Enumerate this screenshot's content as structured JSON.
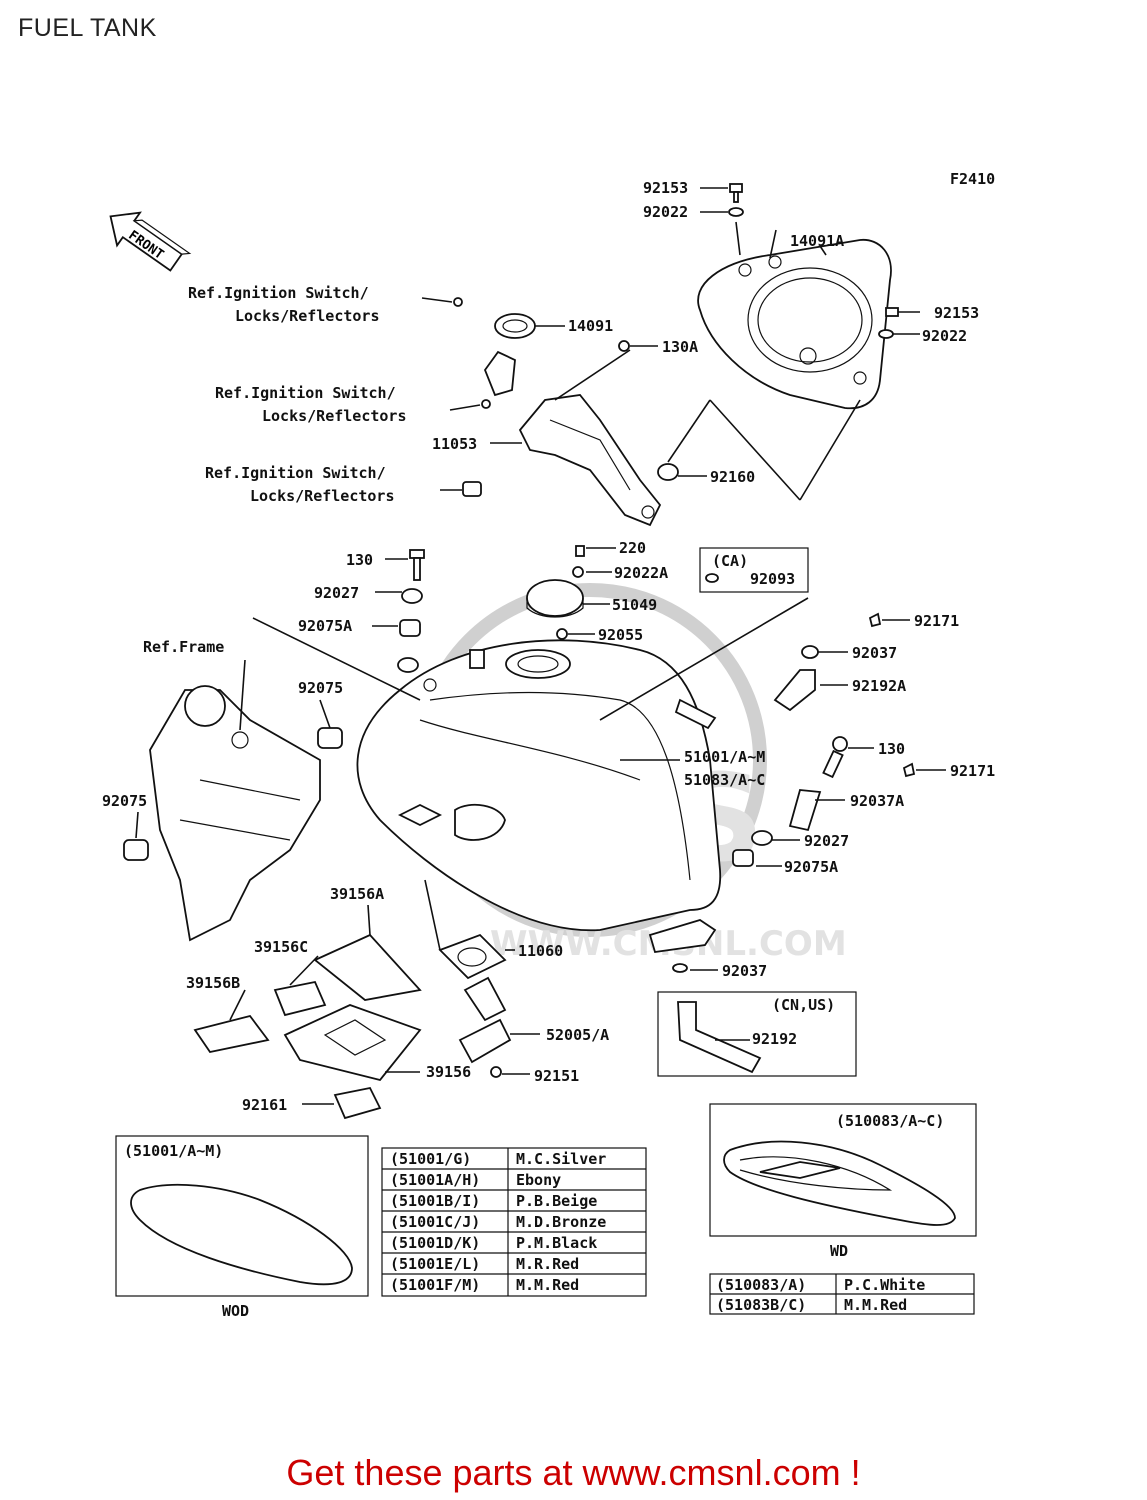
{
  "title": "FUEL TANK",
  "figure_code": "F2410",
  "front_label": "FRONT",
  "callouts": [
    {
      "id": "c1",
      "text": "92153"
    },
    {
      "id": "c2",
      "text": "92022"
    },
    {
      "id": "c3",
      "text": "14091A"
    },
    {
      "id": "c4",
      "text": "92153"
    },
    {
      "id": "c5",
      "text": "92022"
    },
    {
      "id": "c6",
      "text": "Ref.Ignition Switch/"
    },
    {
      "id": "c7",
      "text": "Locks/Reflectors"
    },
    {
      "id": "c8",
      "text": "14091"
    },
    {
      "id": "c9",
      "text": "130A"
    },
    {
      "id": "c10",
      "text": "Ref.Ignition Switch/"
    },
    {
      "id": "c11",
      "text": "Locks/Reflectors"
    },
    {
      "id": "c12",
      "text": "11053"
    },
    {
      "id": "c13",
      "text": "92160"
    },
    {
      "id": "c14",
      "text": "Ref.Ignition Switch/"
    },
    {
      "id": "c15",
      "text": "Locks/Reflectors"
    },
    {
      "id": "c16",
      "text": "220"
    },
    {
      "id": "c17",
      "text": "130"
    },
    {
      "id": "c18",
      "text": "92022A"
    },
    {
      "id": "c19",
      "text": "(CA)"
    },
    {
      "id": "c20",
      "text": "92093"
    },
    {
      "id": "c21",
      "text": "92027"
    },
    {
      "id": "c22",
      "text": "51049"
    },
    {
      "id": "c23",
      "text": "92171"
    },
    {
      "id": "c24",
      "text": "92075A"
    },
    {
      "id": "c25",
      "text": "92055"
    },
    {
      "id": "c26",
      "text": "Ref.Frame"
    },
    {
      "id": "c27",
      "text": "92037"
    },
    {
      "id": "c28",
      "text": "92075"
    },
    {
      "id": "c29",
      "text": "92192A"
    },
    {
      "id": "c30",
      "text": "51001/A~M"
    },
    {
      "id": "c31",
      "text": "130"
    },
    {
      "id": "c32",
      "text": "51083/A~C"
    },
    {
      "id": "c33",
      "text": "92171"
    },
    {
      "id": "c34",
      "text": "92075"
    },
    {
      "id": "c35",
      "text": "92037A"
    },
    {
      "id": "c36",
      "text": "92027"
    },
    {
      "id": "c37",
      "text": "92075A"
    },
    {
      "id": "c38",
      "text": "39156A"
    },
    {
      "id": "c39",
      "text": "39156C"
    },
    {
      "id": "c40",
      "text": "11060"
    },
    {
      "id": "c41",
      "text": "92037"
    },
    {
      "id": "c42",
      "text": "39156B"
    },
    {
      "id": "c43",
      "text": "(CN,US)"
    },
    {
      "id": "c44",
      "text": "52005/A"
    },
    {
      "id": "c45",
      "text": "92192"
    },
    {
      "id": "c46",
      "text": "39156"
    },
    {
      "id": "c47",
      "text": "92151"
    },
    {
      "id": "c48",
      "text": "92161"
    }
  ],
  "inset_left": {
    "heading": "(51001/A~M)",
    "caption": "WOD"
  },
  "inset_right": {
    "heading": "(510083/A~C)",
    "caption": "WD"
  },
  "color_table_1": [
    {
      "code": "(51001/G)",
      "color": "M.C.Silver"
    },
    {
      "code": "(51001A/H)",
      "color": "Ebony"
    },
    {
      "code": "(51001B/I)",
      "color": "P.B.Beige"
    },
    {
      "code": "(51001C/J)",
      "color": "M.D.Bronze"
    },
    {
      "code": "(51001D/K)",
      "color": "P.M.Black"
    },
    {
      "code": "(51001E/L)",
      "color": "M.R.Red"
    },
    {
      "code": "(51001F/M)",
      "color": "M.M.Red"
    }
  ],
  "color_table_2": [
    {
      "code": "(510083/A)",
      "color": "P.C.White"
    },
    {
      "code": "(51083B/C)",
      "color": "M.M.Red"
    }
  ],
  "watermark": "CMS",
  "watermark_url": "WWW.CMSNL.COM",
  "footer": "Get these parts at www.cmsnl.com !",
  "colors": {
    "footer": "#cc0000",
    "line": "#111111",
    "watermark": "#d0d0d0"
  }
}
